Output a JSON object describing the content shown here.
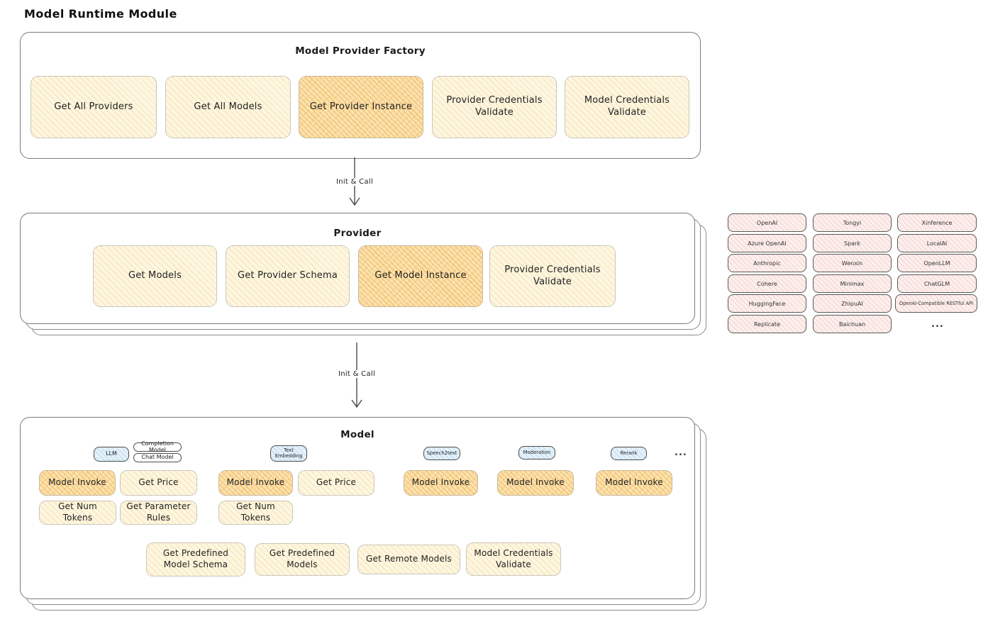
{
  "title": "Model Runtime Module",
  "factory": {
    "title": "Model Provider Factory",
    "buttons": [
      {
        "label": "Get All Providers",
        "highlighted": false
      },
      {
        "label": "Get All Models",
        "highlighted": false
      },
      {
        "label": "Get Provider Instance",
        "highlighted": true
      },
      {
        "label": "Provider Credentials Validate",
        "highlighted": false
      },
      {
        "label": "Model Credentials Validate",
        "highlighted": false
      }
    ]
  },
  "arrows": {
    "init_call_1": "Init & Call",
    "init_call_2": "Init & Call"
  },
  "provider": {
    "title": "Provider",
    "buttons": [
      {
        "label": "Get Models",
        "highlighted": false
      },
      {
        "label": "Get Provider Schema",
        "highlighted": false
      },
      {
        "label": "Get Model Instance",
        "highlighted": true
      },
      {
        "label": "Provider Credentials Validate",
        "highlighted": false
      }
    ]
  },
  "providers_panel": {
    "columns": [
      [
        "OpenAI",
        "Azure OpenAI",
        "Anthropic",
        "Cohere",
        "HuggingFace",
        "Replicate"
      ],
      [
        "Tongyi",
        "Spark",
        "Wenxin",
        "Minimax",
        "ZhipuAI",
        "Baichuan"
      ],
      [
        "Xinference",
        "LocalAI",
        "OpenLLM",
        "ChatGLM",
        "OpenAI-Compatible RESTful API"
      ]
    ],
    "ellipsis": "..."
  },
  "model": {
    "title": "Model",
    "tabs": {
      "llm": "LLM",
      "completion_model": "Completion Model",
      "chat_model": "Chat Model",
      "text_embedding": "Text Embedding",
      "speech2text": "Speech2text",
      "moderation": "Moderation",
      "rerank": "Rerank",
      "ellipsis": "..."
    },
    "buttons": {
      "llm_model_invoke": "Model Invoke",
      "llm_get_price": "Get Price",
      "llm_get_num_tokens": "Get Num Tokens",
      "llm_get_parameter_rules": "Get Parameter Rules",
      "te_model_invoke": "Model Invoke",
      "te_get_price": "Get Price",
      "te_get_num_tokens": "Get Num Tokens",
      "s2t_model_invoke": "Model Invoke",
      "moderation_model_invoke": "Model Invoke",
      "rerank_model_invoke": "Model Invoke",
      "get_predefined_model_schema": "Get Predefined Model Schema",
      "get_predefined_models": "Get Predefined Models",
      "get_remote_models": "Get Remote Models",
      "model_credentials_validate": "Model Credentials Validate"
    }
  },
  "colors": {
    "highlight_orange": "#f0a630",
    "light_yellow": "#fdf6e1",
    "tab_blue": "#e4f1fa",
    "provider_pink": "#fcefed",
    "stroke": "#7a7a7a"
  }
}
